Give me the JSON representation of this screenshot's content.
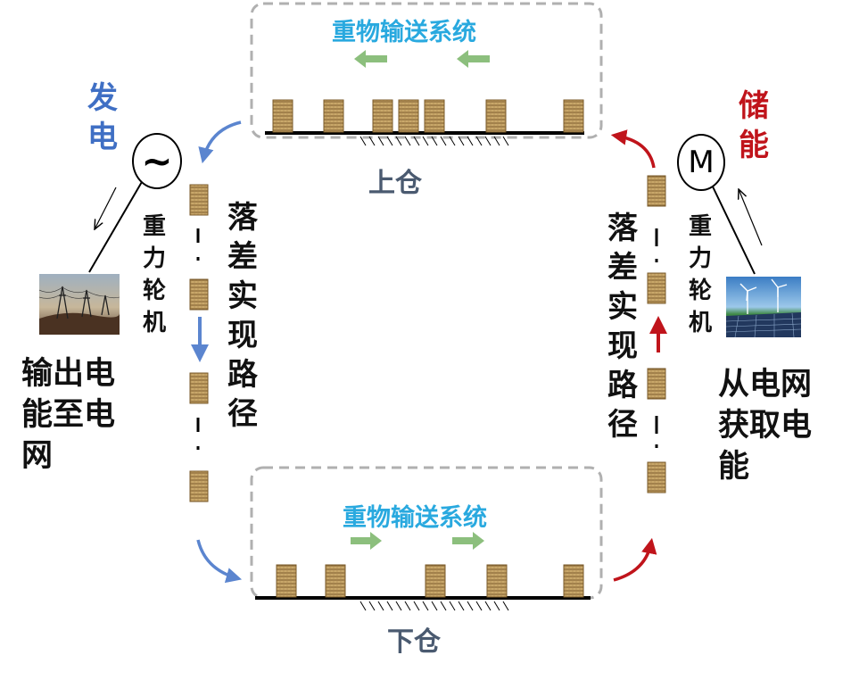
{
  "top_system_label": "重物输送系统",
  "bottom_system_label": "重物输送系统",
  "upper_bin_label": "上仓",
  "lower_bin_label": "下仓",
  "generate_label": "发电",
  "store_label": "储能",
  "generator_symbol": "~",
  "motor_symbol": "M",
  "left_turbine_label": "重力轮机",
  "right_turbine_label": "重力轮机",
  "left_path_label": "落差实现路径",
  "right_path_label": "落差实现路径",
  "output_label": "输出电能至电网",
  "input_label": "从电网获取电能",
  "colors": {
    "generate_blue": "#3f6fc4",
    "store_red": "#c0141b",
    "system_text": "#29a9df",
    "conveyor_arrow": "#8cbf7d",
    "dashed_frame": "#b0b0b0",
    "weight_block": "#c9a86a"
  }
}
